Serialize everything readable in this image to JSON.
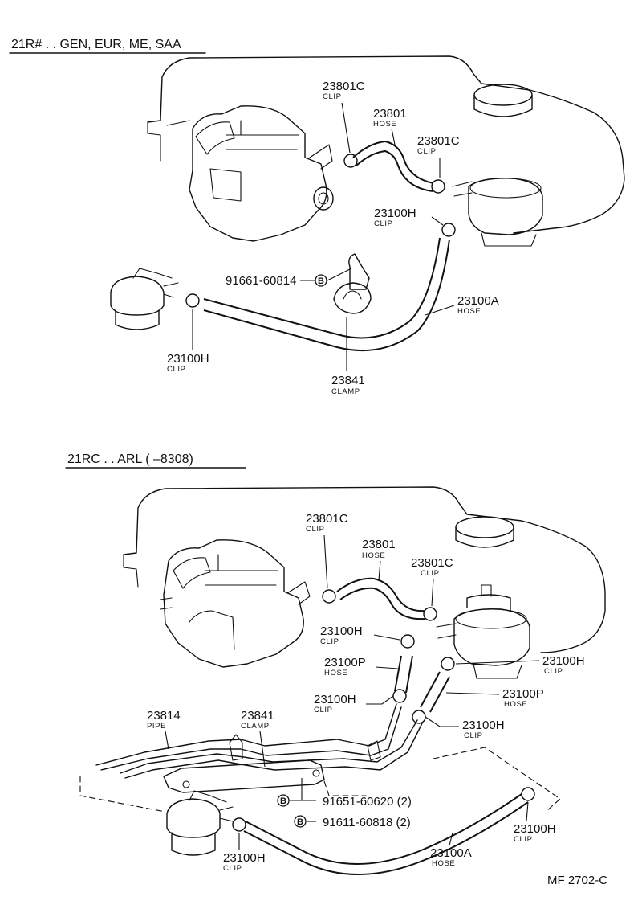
{
  "sections": [
    {
      "header": "21R# . . GEN, EUR, ME, SAA",
      "callouts": [
        {
          "num": "23801C",
          "sub": "CLIP"
        },
        {
          "num": "23801",
          "sub": "HOSE"
        },
        {
          "num": "23801C",
          "sub": "CLIP"
        },
        {
          "num": "23100H",
          "sub": "CLIP"
        },
        {
          "num": "91661-60814",
          "sub": ""
        },
        {
          "num": "23100A",
          "sub": "HOSE"
        },
        {
          "num": "23100H",
          "sub": "CLIP"
        },
        {
          "num": "23841",
          "sub": "CLAMP"
        }
      ]
    },
    {
      "header": "21RC . . ARL (        –8308)",
      "callouts": [
        {
          "num": "23801C",
          "sub": "CLIP"
        },
        {
          "num": "23801",
          "sub": "HOSE"
        },
        {
          "num": "23801C",
          "sub": "CLIP"
        },
        {
          "num": "23100H",
          "sub": "CLIP"
        },
        {
          "num": "23100P",
          "sub": "HOSE"
        },
        {
          "num": "23100H",
          "sub": "CLIP"
        },
        {
          "num": "23100H",
          "sub": "CLIP"
        },
        {
          "num": "23100P",
          "sub": "HOSE"
        },
        {
          "num": "23100H",
          "sub": "CLIP"
        },
        {
          "num": "23814",
          "sub": "PIPE"
        },
        {
          "num": "23841",
          "sub": "CLAMP"
        },
        {
          "num": "91651-60620 (2)",
          "sub": ""
        },
        {
          "num": "91611-60818 (2)",
          "sub": ""
        },
        {
          "num": "23100H",
          "sub": "CLIP"
        },
        {
          "num": "23100H",
          "sub": "CLIP"
        },
        {
          "num": "23100A",
          "sub": "HOSE"
        }
      ]
    }
  ],
  "bolt_marker": "B",
  "footer_code": "MF  2702-C"
}
